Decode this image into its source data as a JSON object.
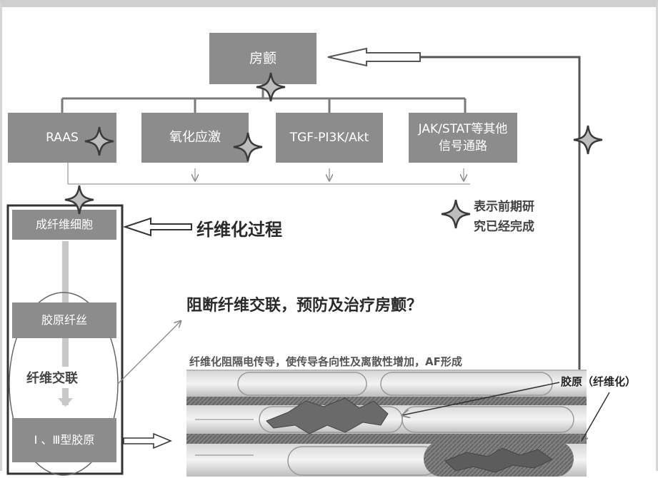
{
  "top_node": {
    "label": "房颤"
  },
  "pathways": [
    {
      "label": "RAAS"
    },
    {
      "label": "氧化应激"
    },
    {
      "label": "TGF-PI3K/Akt"
    },
    {
      "label": "JAK/STAT等其他信号通路"
    }
  ],
  "process": {
    "steps": [
      {
        "label": "成纤维细胞"
      },
      {
        "label": "胶原纤丝"
      },
      {
        "label": "纤维交联"
      },
      {
        "label": "Ⅰ 、Ⅲ型胶原"
      }
    ],
    "title": "纤维化过程"
  },
  "legend": {
    "line1": "表示前期研",
    "line2": "究已经完成"
  },
  "question": "阻断纤维交联，预防及治疗房颤？",
  "illustration": {
    "caption": "纤维化阻隔电传导，使传导各向性及离散性增加，AF形成",
    "label": "胶原（纤维化）"
  },
  "colors": {
    "box_fill": "#8c8c8c",
    "box_text": "#ffffff",
    "line": "#7a7a7a",
    "text_dark": "#333333"
  },
  "icons": [
    "four-point-star-icon",
    "hollow-arrow-icon"
  ]
}
